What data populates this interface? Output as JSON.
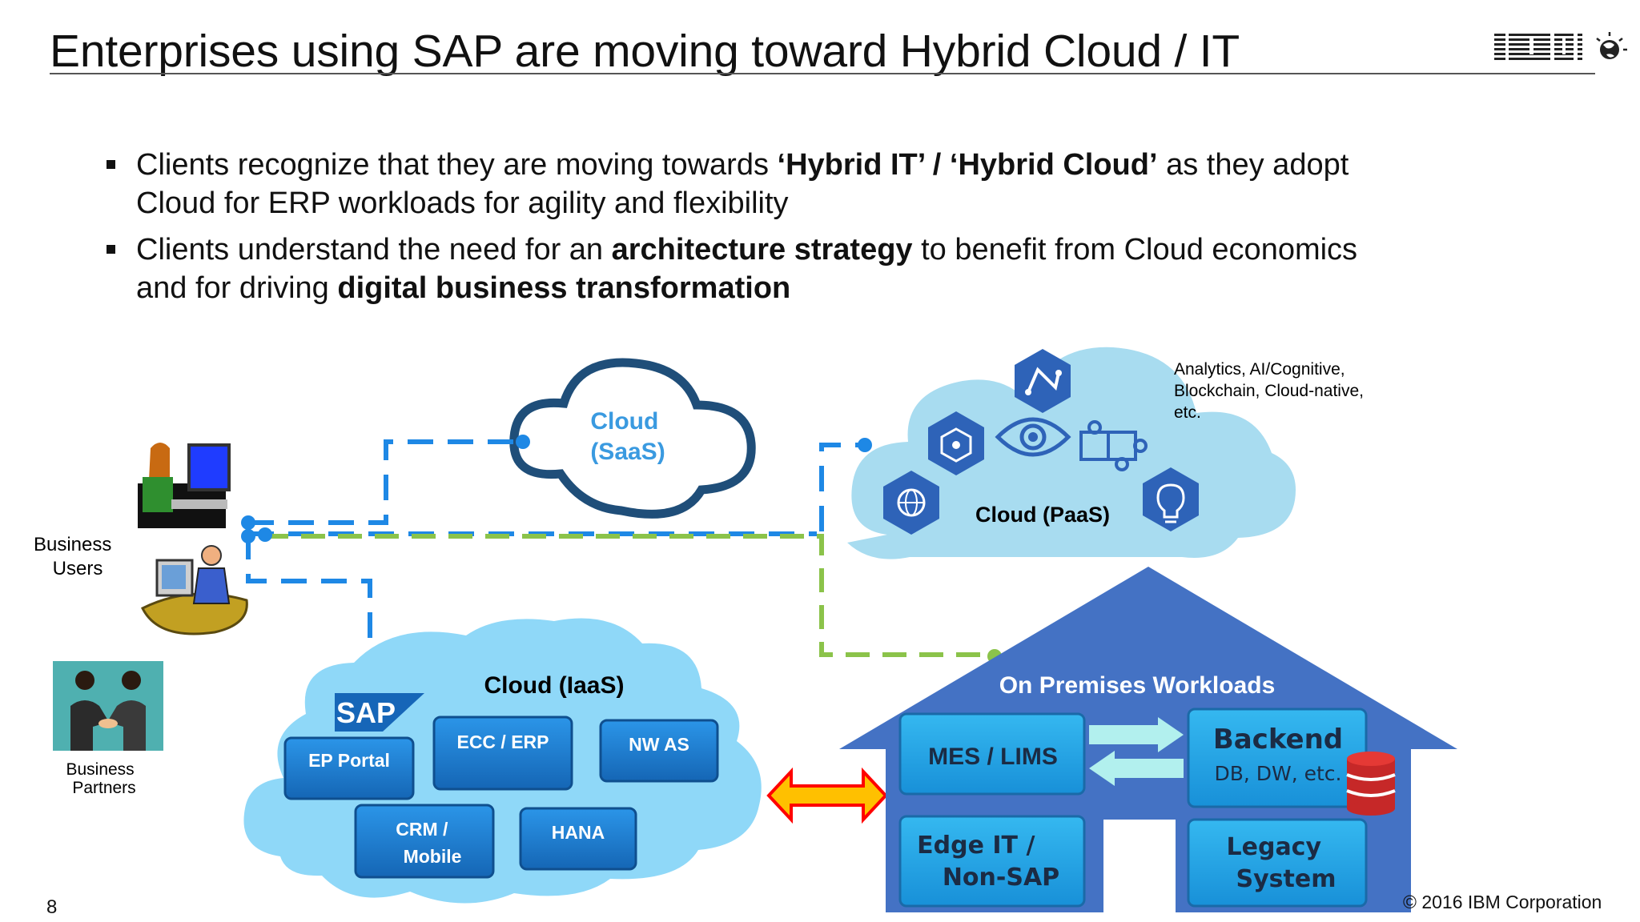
{
  "slide": {
    "title": "Enterprises using SAP are moving toward Hybrid Cloud / IT",
    "page_number": "8",
    "copyright": "© 2016 IBM Corporation",
    "logo": "IBM"
  },
  "bullets": [
    {
      "pre": "Clients recognize that they are moving towards ",
      "bold": "‘Hybrid IT’ / ‘Hybrid Cloud’",
      "post": " as they adopt Cloud for ERP workloads for agility and flexibility"
    },
    {
      "pre": "Clients understand the need for an ",
      "bold": "architecture strategy",
      "mid": " to benefit from Cloud economics and for driving ",
      "bold2": "digital business transformation"
    }
  ],
  "diagram": {
    "saas_cloud": {
      "line1": "Cloud",
      "line2": "(SaaS)"
    },
    "paas_cloud": {
      "label": "Cloud (PaaS)",
      "note_lines": [
        "Analytics, AI/Cognitive,",
        "Blockchain, Cloud-native,",
        "etc."
      ],
      "icons": [
        "analytics-icon",
        "network-icon",
        "eye-icon",
        "puzzle-icon",
        "globe-icon",
        "lightbulb-icon"
      ]
    },
    "users": {
      "business_users": [
        "Business",
        "Users"
      ],
      "business_partners": [
        "Business",
        "Partners"
      ]
    },
    "iaas_cloud": {
      "label": "Cloud (IaaS)",
      "sap_logo": "SAP",
      "modules": {
        "ep_portal": "EP Portal",
        "ecc_erp": "ECC / ERP",
        "nw_as": "NW AS",
        "crm_line1": "CRM /",
        "crm_line2": "Mobile",
        "hana": "HANA"
      }
    },
    "on_premises": {
      "label": "On Premises Workloads",
      "mes": "MES / LIMS",
      "backend_title": "Backend",
      "backend_sub": "DB, DW, etc.",
      "edge_line1": "Edge IT /",
      "edge_line2": "Non-SAP",
      "legacy_line1": "Legacy",
      "legacy_line2": "System"
    },
    "colors": {
      "blue_dash": "#1e88e5",
      "green_dash": "#8bc34a",
      "saas_outline": "#1f4e79",
      "paas_fill": "#a8dcf0",
      "iaas_fill": "#8fd8f8",
      "module_fill": "#1a7ed3",
      "house_fill": "#4472c4",
      "arrow_fill": "#ffc000",
      "arrow_outline": "#ff0000"
    }
  }
}
